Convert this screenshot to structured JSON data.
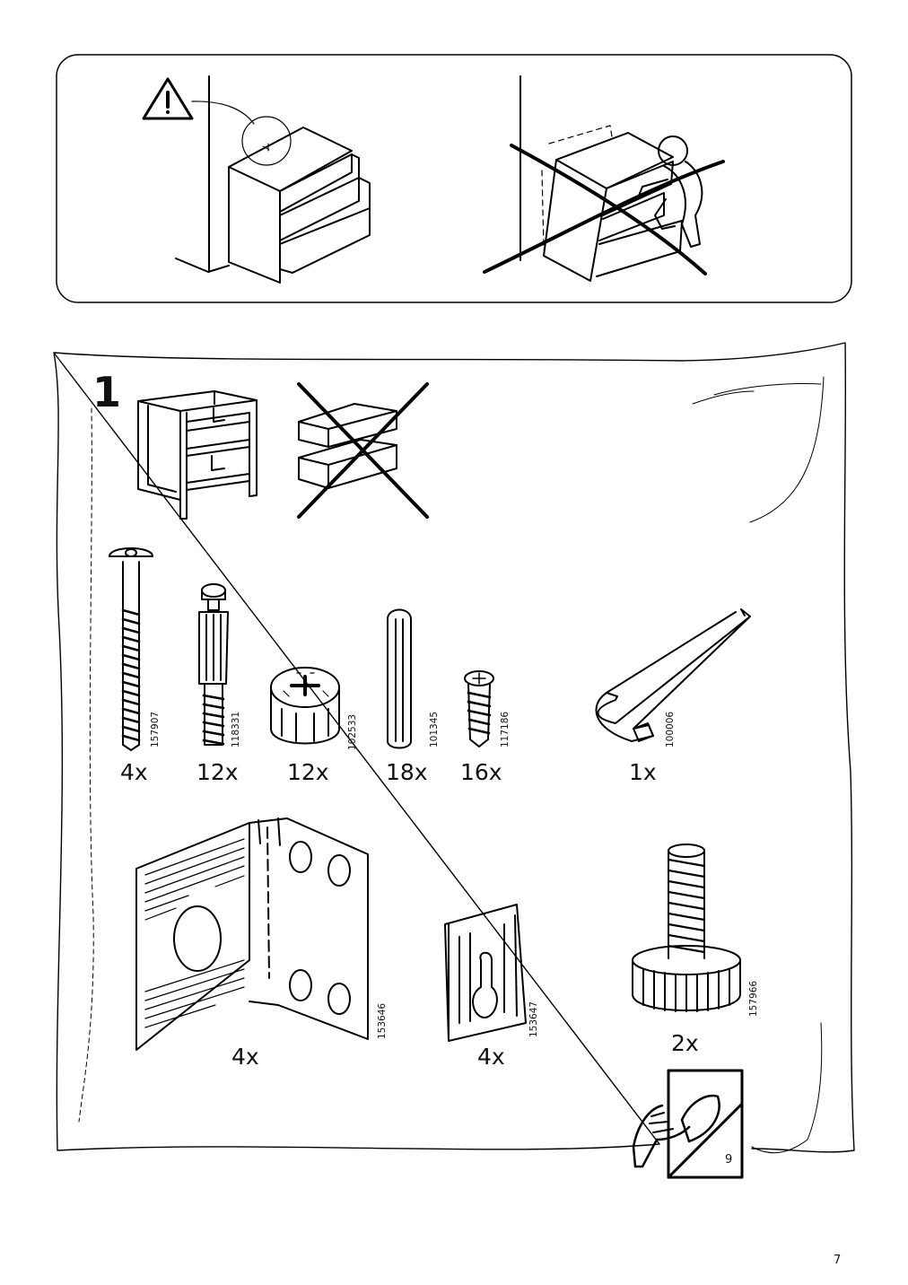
{
  "step": {
    "number": "1"
  },
  "warning_panel": {
    "left_icon": "warning-triangle-icon",
    "left_scene": "dresser-anchored-to-wall",
    "right_scene": "person-climbing-tipping-dresser-crossed-out"
  },
  "frame_illustrations": {
    "allowed": "open-frame-without-drawers",
    "not_allowed": "stacked-drawers-crossed-out"
  },
  "parts": [
    {
      "name": "long-screw",
      "code": "157907",
      "qty": "4x"
    },
    {
      "name": "cam-dowel",
      "code": "118331",
      "qty": "12x"
    },
    {
      "name": "cam-lock",
      "code": "102533",
      "qty": "12x"
    },
    {
      "name": "wood-dowel",
      "code": "101345",
      "qty": "18x"
    },
    {
      "name": "short-screw",
      "code": "117186",
      "qty": "16x"
    },
    {
      "name": "allen-key",
      "code": "100006",
      "qty": "1x"
    },
    {
      "name": "corner-bracket",
      "code": "153646",
      "qty": "4x"
    },
    {
      "name": "wall-plate",
      "code": "153647",
      "qty": "4x"
    },
    {
      "name": "adjustable-foot",
      "code": "157966",
      "qty": "2x"
    }
  ],
  "turn_page": {
    "icon": "page-turn-hand-icon",
    "page": "9"
  },
  "footer": {
    "page_number": "7"
  }
}
